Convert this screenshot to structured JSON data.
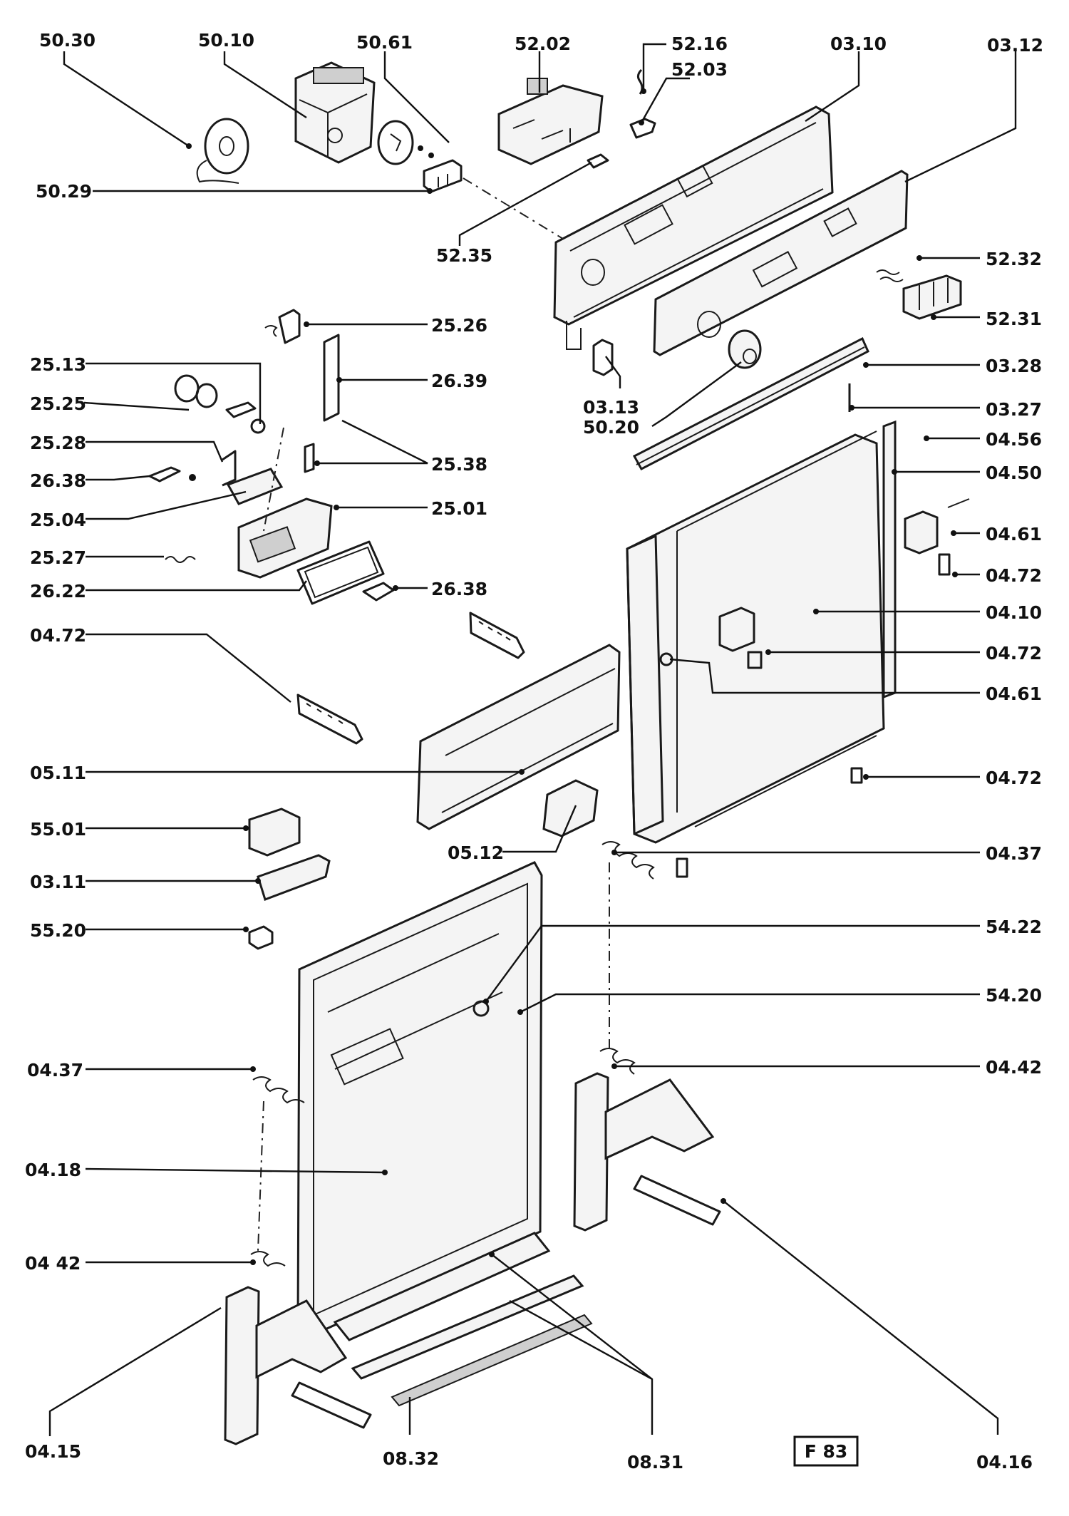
{
  "diagram": {
    "badge": "F 83",
    "labels": [
      "50.30",
      "50.10",
      "50.61",
      "52.02",
      "52.16",
      "52.03",
      "03.10",
      "03.12",
      "50.29",
      "52.35",
      "52.32",
      "52.31",
      "25.26",
      "25.13",
      "26.39",
      "25.25",
      "03.28",
      "03.13",
      "03.27",
      "50.20",
      "25.28",
      "25.38",
      "04.56",
      "26.38",
      "04.50",
      "25.04",
      "25.01",
      "04.61",
      "25.27",
      "04.72",
      "26.22",
      "26.38",
      "04.72",
      "04.10",
      "04.72",
      "04.61",
      "05.11",
      "04.72",
      "55.01",
      "05.12",
      "04.37",
      "03.11",
      "55.20",
      "54.22",
      "54.20",
      "04.37",
      "04.42",
      "04.18",
      "04 42",
      "04.15",
      "08.32",
      "08.31",
      "04.16"
    ]
  }
}
